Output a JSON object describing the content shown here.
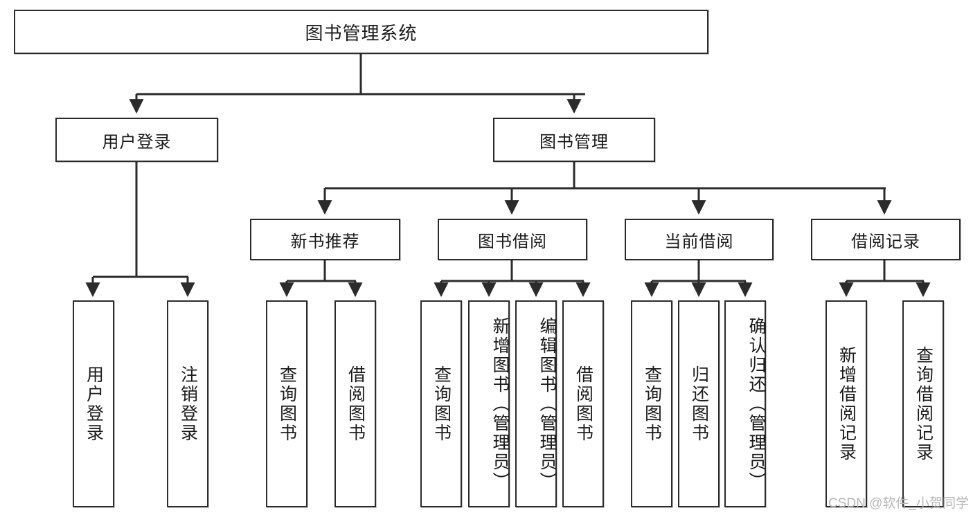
{
  "diagram": {
    "title": "图书管理系统",
    "watermark": "CSDN @软件_小贺同学",
    "levels": {
      "level1": {
        "label": "图书管理系统"
      },
      "level2": [
        {
          "label": "用户登录"
        },
        {
          "label": "图书管理"
        }
      ],
      "level3": [
        {
          "label": "新书推荐"
        },
        {
          "label": "图书借阅"
        },
        {
          "label": "当前借阅"
        },
        {
          "label": "借阅记录"
        }
      ],
      "leaves": {
        "user_login": [
          {
            "label": "用户登录"
          },
          {
            "label": "注销登录"
          }
        ],
        "new_book_recommend": [
          {
            "label": "查询图书"
          },
          {
            "label": "借阅图书"
          }
        ],
        "book_borrow": [
          {
            "label": "查询图书"
          },
          {
            "label": "新增图书（管理员）"
          },
          {
            "label": "编辑图书（管理员）"
          },
          {
            "label": "借阅图书"
          }
        ],
        "current_borrow": [
          {
            "label": "查询图书"
          },
          {
            "label": "归还图书"
          },
          {
            "label": "确认归还（管理员）"
          }
        ],
        "borrow_record": [
          {
            "label": "新增借阅记录"
          },
          {
            "label": "查询借阅记录"
          }
        ]
      }
    },
    "colors": {
      "border": "#2b2b2b",
      "background": "#ffffff",
      "text": "#1a1a1a",
      "watermark": "#b6b6b6"
    }
  }
}
